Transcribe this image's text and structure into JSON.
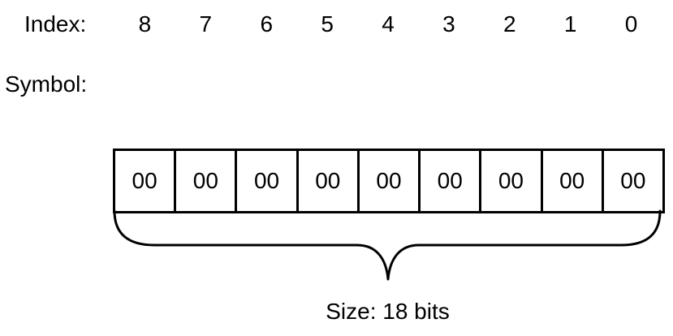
{
  "labels": {
    "index": "Index:",
    "symbol": "Symbol:"
  },
  "indices": [
    "8",
    "7",
    "6",
    "5",
    "4",
    "3",
    "2",
    "1",
    "0"
  ],
  "symbols": [
    "",
    "",
    "",
    "",
    "",
    "",
    "",
    "",
    ""
  ],
  "cells": [
    "00",
    "00",
    "00",
    "00",
    "00",
    "00",
    "00",
    "00",
    "00"
  ],
  "size_label": "Size: 18 bits"
}
